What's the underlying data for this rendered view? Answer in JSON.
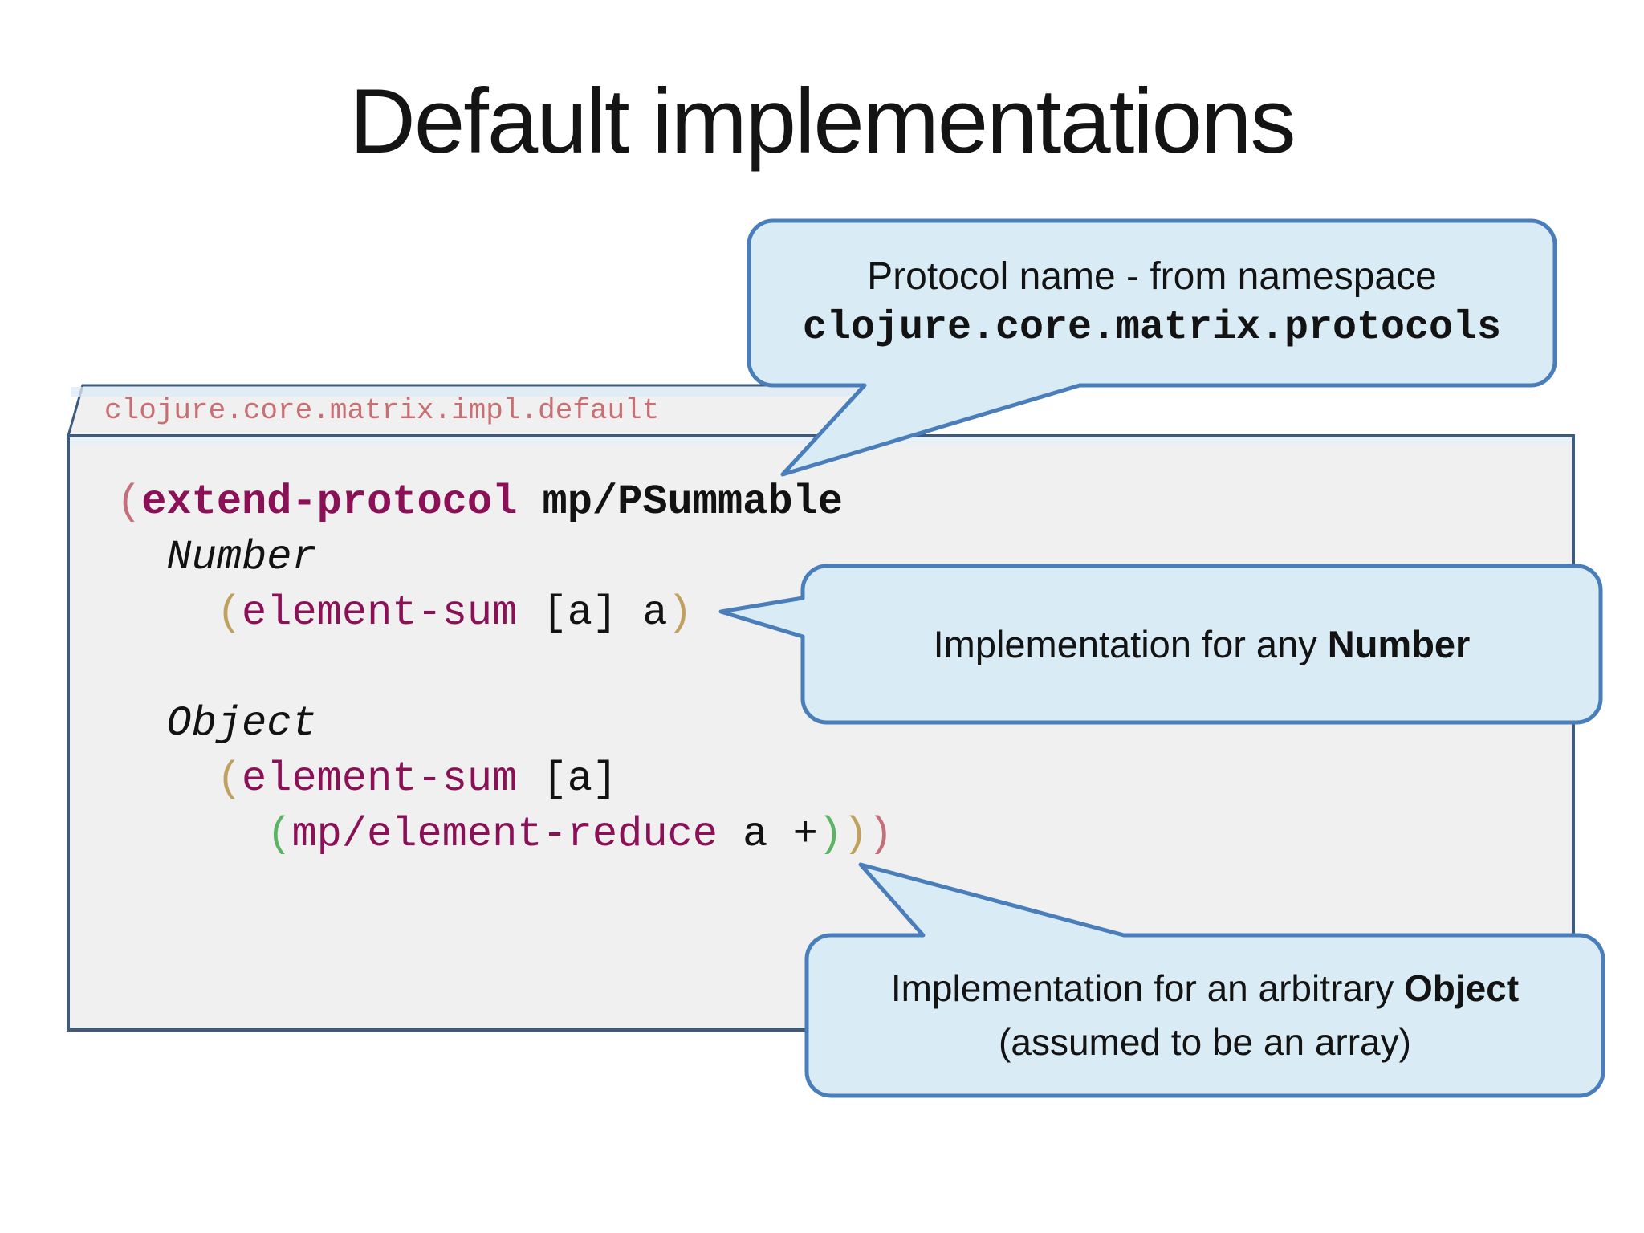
{
  "title": "Default implementations",
  "panel": {
    "tab_label": "clojure.core.matrix.impl.default"
  },
  "code": {
    "l1_paren": "(",
    "l1_keyword": "extend-protocol",
    "l1_rest": " mp/PSummable",
    "l2_type": "  Number",
    "l3_indent": "    ",
    "l3_paren_open": "(",
    "l3_fn": "element-sum",
    "l3_args": " [a] a",
    "l3_paren_close": ")",
    "l5_type": "  Object",
    "l6_indent": "    ",
    "l6_paren_open": "(",
    "l6_fn": "element-sum",
    "l6_args": " [a]",
    "l7_indent": "      ",
    "l7_paren_open": "(",
    "l7_fn": "mp/element-reduce",
    "l7_args": " a +",
    "l7_close1": ")",
    "l7_close2": ")",
    "l7_close3": ")"
  },
  "callouts": {
    "protocol": {
      "line1": "Protocol name - from namespace",
      "line2": "clojure.core.matrix.protocols"
    },
    "number": {
      "prefix": "Implementation for any ",
      "bold": "Number"
    },
    "object": {
      "line1_prefix": "Implementation for an arbitrary ",
      "line1_bold": "Object",
      "line2": "(assumed to be an array)"
    }
  },
  "colors": {
    "bubble_fill": "#d9ecf5",
    "bubble_border": "#4a7ebb",
    "panel_fill": "#f1f0f1",
    "panel_border": "#3e5a7e",
    "tab_text": "#c76f73",
    "code_purple": "#8b1156",
    "paren_salmon": "#c4707a",
    "paren_tan": "#bfa05e",
    "paren_green": "#5db364"
  }
}
